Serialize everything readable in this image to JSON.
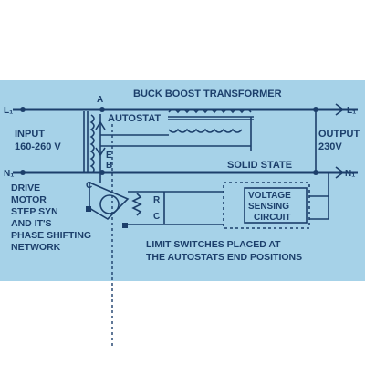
{
  "diagram": {
    "title": "BUCK BOOST TRANSFORMER",
    "autostat_label": "AUTOSTAT",
    "solid_state_label": "SOLID STATE",
    "input_label": "INPUT",
    "input_range": "160-260 V",
    "output_label": "OUTPUT",
    "output_voltage": "230V",
    "l1_left": "L₁",
    "l1_right": "L₁",
    "n1_left": "N₁",
    "n1_right": "N₁",
    "node_a": "A",
    "node_b": "B",
    "node_c": "C",
    "node_e": "E",
    "node_r": "R",
    "node_c2": "C",
    "drive_text": [
      "DRIVE",
      "MOTOR",
      "STEP SYN",
      "AND IT'S",
      "PHASE SHIFTING",
      "NETWORK"
    ],
    "vsc_text": [
      "VOLTAGE",
      "SENSING",
      "CIRCUIT"
    ],
    "limit_text": [
      "LIMIT SWITCHES PLACED AT",
      "THE AUTOSTATS END POSITIONS"
    ]
  }
}
